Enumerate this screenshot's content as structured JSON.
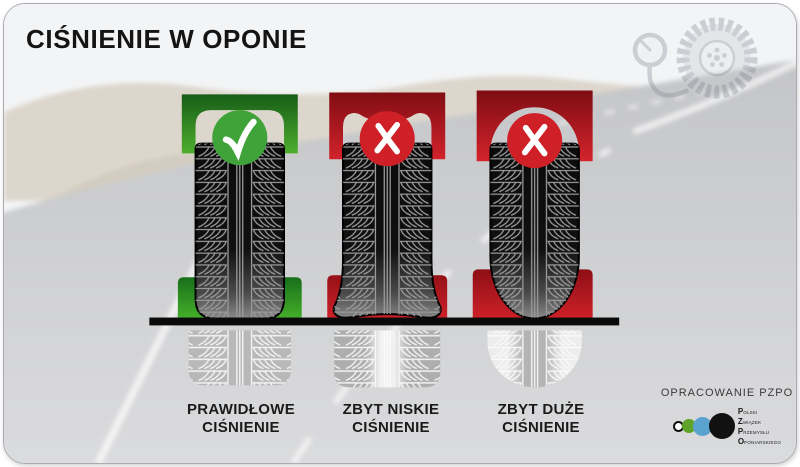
{
  "title": "CIŚNIENIE W OPONIE",
  "columns": [
    {
      "status": "correct",
      "badge": "check-mark",
      "label_line1": "PRAWIDŁOWE",
      "label_line2": "CIŚNIENIE"
    },
    {
      "status": "too-low",
      "badge": "cross-mark",
      "label_line1": "ZBYT NISKIE",
      "label_line2": "CIŚNIENIE"
    },
    {
      "status": "too-high",
      "badge": "cross-mark",
      "label_line1": "ZBYT DUŻE",
      "label_line2": "CIŚNIENIE"
    }
  ],
  "credit": {
    "caption": "OPRACOWANIE PZPO",
    "org_lines": [
      {
        "initial": "P",
        "rest": "OLSKI"
      },
      {
        "initial": "Z",
        "rest": "WIĄZEK"
      },
      {
        "initial": "P",
        "rest": "RZEMYSŁU"
      },
      {
        "initial": "O",
        "rest": "PONIARSKIEGO"
      }
    ]
  },
  "colors": {
    "ok_green": "#3fa33a",
    "error_red": "#cf2027",
    "ground_line": "#0a0a0a",
    "logo_green": "#5fa32b",
    "logo_blue": "#5aa3cf"
  },
  "icons": [
    "check-icon",
    "cross-icon",
    "pressure-gauge-icon",
    "tire-icon",
    "pzpo-logo"
  ]
}
